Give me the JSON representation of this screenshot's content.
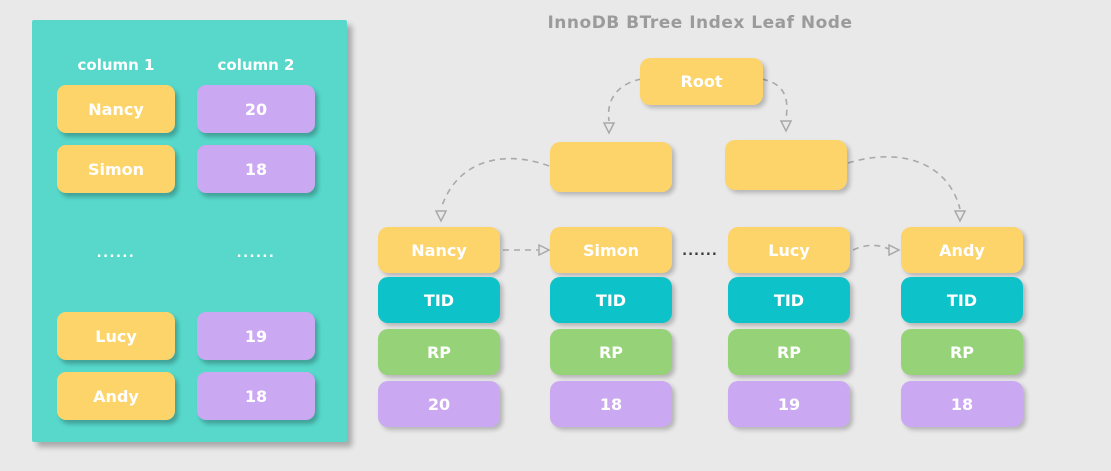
{
  "title": "InnoDB BTree Index Leaf Node",
  "table": {
    "header1": "column 1",
    "header2": "column 2",
    "rows_top": [
      {
        "c1": "Nancy",
        "c2": "20"
      },
      {
        "c1": "Simon",
        "c2": "18"
      }
    ],
    "ellipsis1": "......",
    "ellipsis2": "......",
    "rows_bottom": [
      {
        "c1": "Lucy",
        "c2": "19"
      },
      {
        "c1": "Andy",
        "c2": "18"
      }
    ]
  },
  "tree": {
    "root_label": "Root",
    "ellipsis": "......",
    "leaves": [
      {
        "name": "Nancy",
        "tid": "TID",
        "rp": "RP",
        "value": "20"
      },
      {
        "name": "Simon",
        "tid": "TID",
        "rp": "RP",
        "value": "18"
      },
      {
        "name": "Lucy",
        "tid": "TID",
        "rp": "RP",
        "value": "19"
      },
      {
        "name": "Andy",
        "tid": "TID",
        "rp": "RP",
        "value": "18"
      }
    ]
  },
  "colors": {
    "background": "#e9e9e9",
    "panel_teal": "#57d8cb",
    "node_yellow": "#fcd46a",
    "tid_cyan": "#0dc3c9",
    "rp_green": "#96d378",
    "value_purple": "#cba8f2",
    "title_gray": "#9b9b9b",
    "arrow_gray": "#a9a9a9",
    "text_white": "#ffffff"
  }
}
